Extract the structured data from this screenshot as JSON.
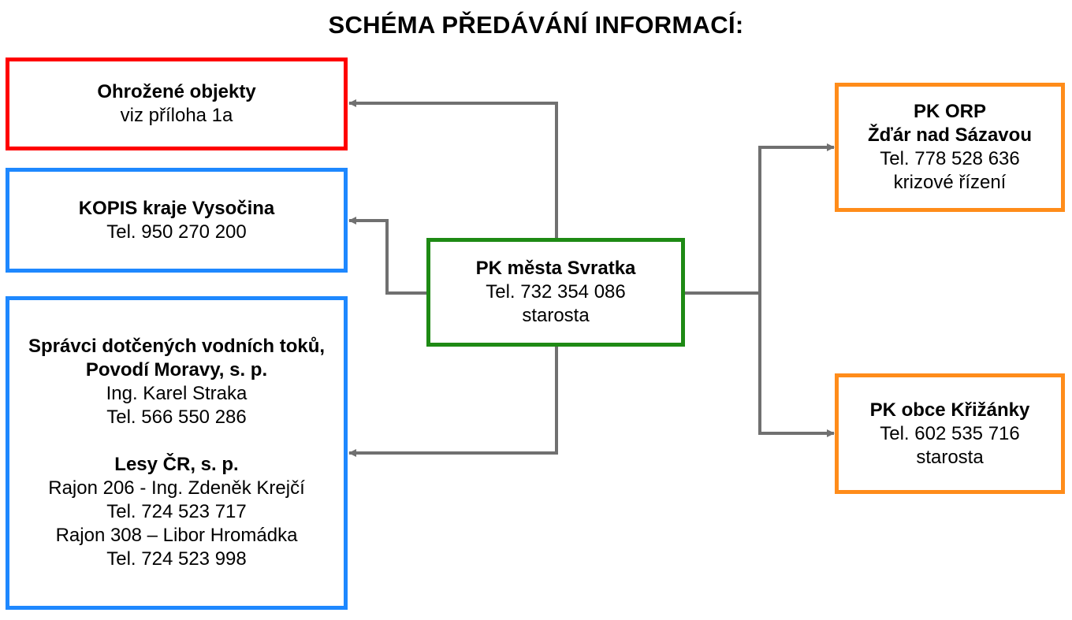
{
  "title": "SCHÉMA PŘEDÁVÁNÍ INFORMACÍ:",
  "colors": {
    "red": "#ff0000",
    "blue": "#1e88ff",
    "green": "#1e8a14",
    "orange": "#ff8c1a",
    "connector": "#707070"
  },
  "center": {
    "name": "PK města Svratka",
    "tel": "Tel. 732 354 086",
    "role": "starosta"
  },
  "threatened": {
    "name": "Ohrožené objekty",
    "note": "viz příloha 1a"
  },
  "kopis": {
    "name": "KOPIS kraje Vysočina",
    "tel": "Tel. 950 270 200"
  },
  "water": {
    "name_line1": "Správci dotčených vodních toků,",
    "name_line2": "Povodí Moravy, s. p.",
    "person": "Ing. Karel Straka",
    "tel": "Tel. 566 550 286",
    "forest_name": "Lesy ČR, s. p.",
    "rajon1": "Rajon 206 - Ing. Zdeněk Krejčí",
    "rajon1_tel": "Tel. 724 523 717",
    "rajon2": "Rajon 308 – Libor Hromádka",
    "rajon2_tel": "Tel. 724 523 998"
  },
  "orp": {
    "name_line1": "PK ORP",
    "name_line2": "Žďár nad Sázavou",
    "tel": "Tel. 778 528 636",
    "role": "krizové řízení"
  },
  "krizanky": {
    "name": "PK obce Křižánky",
    "tel": "Tel. 602 535 716",
    "role": "starosta"
  }
}
